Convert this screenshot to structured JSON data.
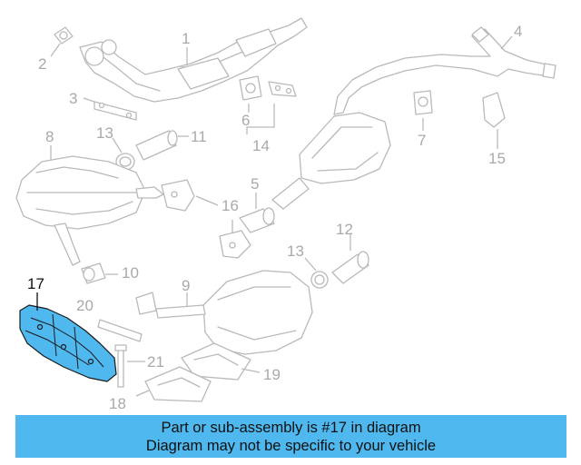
{
  "diagram": {
    "callouts": {
      "c1": "1",
      "c2": "2",
      "c3": "3",
      "c4": "4",
      "c5": "5",
      "c6": "6",
      "c7": "7",
      "c8": "8",
      "c9": "9",
      "c10": "10",
      "c11": "11",
      "c12": "12",
      "c13a": "13",
      "c13b": "13",
      "c14": "14",
      "c15": "15",
      "c16": "16",
      "c17": "17",
      "c18": "18",
      "c19": "19",
      "c20": "20",
      "c21": "21"
    },
    "highlight_color": "#4fb8ee",
    "highlighted_part": "17"
  },
  "banner": {
    "line1": "Part or sub-assembly is #17 in diagram",
    "line2": "Diagram may not be specific to your vehicle",
    "color": "#4fb8ee"
  }
}
